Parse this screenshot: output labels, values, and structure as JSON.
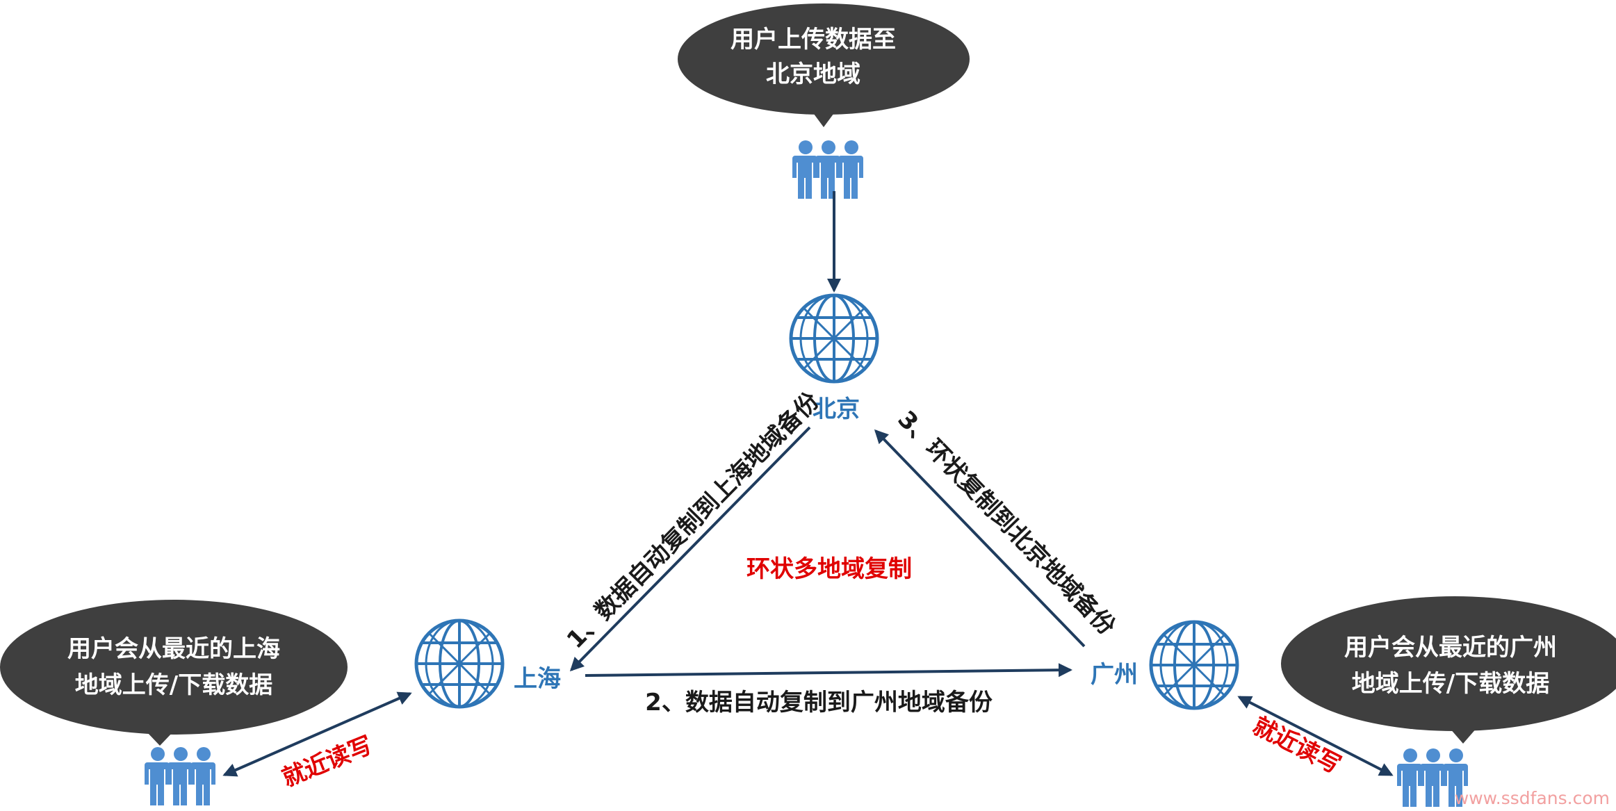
{
  "title": "环状多地域复制",
  "colors": {
    "arrow": "#1f3c5e",
    "bubble": "#3f3f3f",
    "people": "#4f8ed1",
    "globe": "#2e75b6",
    "city_text": "#2e75b6",
    "highlight_red": "#e00000"
  },
  "nodes": {
    "beijing": {
      "label": "北京",
      "icon": "globe-icon"
    },
    "shanghai": {
      "label": "上海",
      "icon": "globe-icon"
    },
    "guangzhou": {
      "label": "广州",
      "icon": "globe-icon"
    }
  },
  "bubbles": {
    "beijing": {
      "line1": "用户上传数据至",
      "line2": "北京地域"
    },
    "shanghai": {
      "line1": "用户会从最近的上海",
      "line2": "地域上传/下载数据"
    },
    "guangzhou": {
      "line1": "用户会从最近的广州",
      "line2": "地域上传/下载数据"
    }
  },
  "edges": {
    "e1": "1、数据自动复制到上海地域备份",
    "e2": "2、数据自动复制到广州地域备份",
    "e3": "3、环状复制到北京地域备份"
  },
  "local_rw": "就近读写",
  "watermark": "www.ssdfans.com",
  "icons": {
    "users": "users-group-icon",
    "globe": "globe-icon"
  }
}
